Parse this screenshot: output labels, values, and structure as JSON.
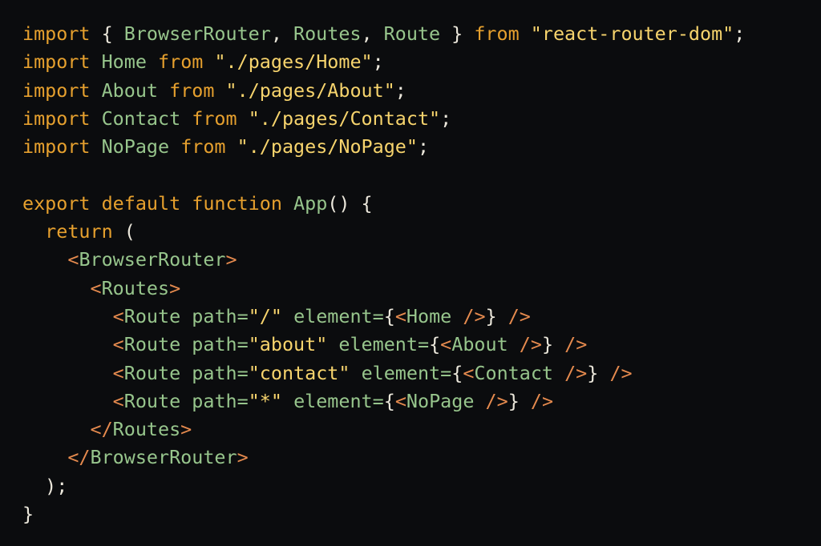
{
  "editor": {
    "lines": [
      [
        [
          "kw",
          "import"
        ],
        [
          "pl",
          " { "
        ],
        [
          "id",
          "BrowserRouter"
        ],
        [
          "pl",
          ", "
        ],
        [
          "id",
          "Routes"
        ],
        [
          "pl",
          ", "
        ],
        [
          "id",
          "Route"
        ],
        [
          "pl",
          " } "
        ],
        [
          "kw",
          "from"
        ],
        [
          "pl",
          " "
        ],
        [
          "str",
          "\"react-router-dom\""
        ],
        [
          "pl",
          ";"
        ]
      ],
      [
        [
          "kw",
          "import"
        ],
        [
          "pl",
          " "
        ],
        [
          "id",
          "Home"
        ],
        [
          "pl",
          " "
        ],
        [
          "kw",
          "from"
        ],
        [
          "pl",
          " "
        ],
        [
          "str",
          "\"./pages/Home\""
        ],
        [
          "pl",
          ";"
        ]
      ],
      [
        [
          "kw",
          "import"
        ],
        [
          "pl",
          " "
        ],
        [
          "id",
          "About"
        ],
        [
          "pl",
          " "
        ],
        [
          "kw",
          "from"
        ],
        [
          "pl",
          " "
        ],
        [
          "str",
          "\"./pages/About\""
        ],
        [
          "pl",
          ";"
        ]
      ],
      [
        [
          "kw",
          "import"
        ],
        [
          "pl",
          " "
        ],
        [
          "id",
          "Contact"
        ],
        [
          "pl",
          " "
        ],
        [
          "kw",
          "from"
        ],
        [
          "pl",
          " "
        ],
        [
          "str",
          "\"./pages/Contact\""
        ],
        [
          "pl",
          ";"
        ]
      ],
      [
        [
          "kw",
          "import"
        ],
        [
          "pl",
          " "
        ],
        [
          "id",
          "NoPage"
        ],
        [
          "pl",
          " "
        ],
        [
          "kw",
          "from"
        ],
        [
          "pl",
          " "
        ],
        [
          "str",
          "\"./pages/NoPage\""
        ],
        [
          "pl",
          ";"
        ]
      ],
      [],
      [
        [
          "kw",
          "export"
        ],
        [
          "pl",
          " "
        ],
        [
          "kw",
          "default"
        ],
        [
          "pl",
          " "
        ],
        [
          "kw",
          "function"
        ],
        [
          "pl",
          " "
        ],
        [
          "id",
          "App"
        ],
        [
          "pl",
          "() {"
        ]
      ],
      [
        [
          "pl",
          "  "
        ],
        [
          "kw",
          "return"
        ],
        [
          "pl",
          " ("
        ]
      ],
      [
        [
          "pl",
          "    "
        ],
        [
          "tag",
          "<"
        ],
        [
          "nm",
          "BrowserRouter"
        ],
        [
          "tag",
          ">"
        ]
      ],
      [
        [
          "pl",
          "      "
        ],
        [
          "tag",
          "<"
        ],
        [
          "nm",
          "Routes"
        ],
        [
          "tag",
          ">"
        ]
      ],
      [
        [
          "pl",
          "        "
        ],
        [
          "tag",
          "<"
        ],
        [
          "nm",
          "Route"
        ],
        [
          "pl",
          " "
        ],
        [
          "attr",
          "path"
        ],
        [
          "eq",
          "="
        ],
        [
          "str",
          "\"/\""
        ],
        [
          "pl",
          " "
        ],
        [
          "attr",
          "element"
        ],
        [
          "eq",
          "="
        ],
        [
          "pl",
          "{"
        ],
        [
          "tag",
          "<"
        ],
        [
          "nm",
          "Home"
        ],
        [
          "pl",
          " "
        ],
        [
          "tag",
          "/>"
        ],
        [
          "pl",
          "}"
        ],
        [
          "pl",
          " "
        ],
        [
          "tag",
          "/>"
        ]
      ],
      [
        [
          "pl",
          "        "
        ],
        [
          "tag",
          "<"
        ],
        [
          "nm",
          "Route"
        ],
        [
          "pl",
          " "
        ],
        [
          "attr",
          "path"
        ],
        [
          "eq",
          "="
        ],
        [
          "str",
          "\"about\""
        ],
        [
          "pl",
          " "
        ],
        [
          "attr",
          "element"
        ],
        [
          "eq",
          "="
        ],
        [
          "pl",
          "{"
        ],
        [
          "tag",
          "<"
        ],
        [
          "nm",
          "About"
        ],
        [
          "pl",
          " "
        ],
        [
          "tag",
          "/>"
        ],
        [
          "pl",
          "}"
        ],
        [
          "pl",
          " "
        ],
        [
          "tag",
          "/>"
        ]
      ],
      [
        [
          "pl",
          "        "
        ],
        [
          "tag",
          "<"
        ],
        [
          "nm",
          "Route"
        ],
        [
          "pl",
          " "
        ],
        [
          "attr",
          "path"
        ],
        [
          "eq",
          "="
        ],
        [
          "str",
          "\"contact\""
        ],
        [
          "pl",
          " "
        ],
        [
          "attr",
          "element"
        ],
        [
          "eq",
          "="
        ],
        [
          "pl",
          "{"
        ],
        [
          "tag",
          "<"
        ],
        [
          "nm",
          "Contact"
        ],
        [
          "pl",
          " "
        ],
        [
          "tag",
          "/>"
        ],
        [
          "pl",
          "}"
        ],
        [
          "pl",
          " "
        ],
        [
          "tag",
          "/>"
        ]
      ],
      [
        [
          "pl",
          "        "
        ],
        [
          "tag",
          "<"
        ],
        [
          "nm",
          "Route"
        ],
        [
          "pl",
          " "
        ],
        [
          "attr",
          "path"
        ],
        [
          "eq",
          "="
        ],
        [
          "str",
          "\"*\""
        ],
        [
          "pl",
          " "
        ],
        [
          "attr",
          "element"
        ],
        [
          "eq",
          "="
        ],
        [
          "pl",
          "{"
        ],
        [
          "tag",
          "<"
        ],
        [
          "nm",
          "NoPage"
        ],
        [
          "pl",
          " "
        ],
        [
          "tag",
          "/>"
        ],
        [
          "pl",
          "}"
        ],
        [
          "pl",
          " "
        ],
        [
          "tag",
          "/>"
        ]
      ],
      [
        [
          "pl",
          "      "
        ],
        [
          "tag",
          "</"
        ],
        [
          "nm",
          "Routes"
        ],
        [
          "tag",
          ">"
        ]
      ],
      [
        [
          "pl",
          "    "
        ],
        [
          "tag",
          "</"
        ],
        [
          "nm",
          "BrowserRouter"
        ],
        [
          "tag",
          ">"
        ]
      ],
      [
        [
          "pl",
          "  );"
        ]
      ],
      [
        [
          "pl",
          "}"
        ]
      ]
    ]
  },
  "theme": {
    "background": "#0b0c0e",
    "keyword": "#e6a02e",
    "identifier": "#97c58c",
    "string": "#f7d46d",
    "tag_punctuation": "#e58a4e",
    "plain": "#ece8dc"
  }
}
